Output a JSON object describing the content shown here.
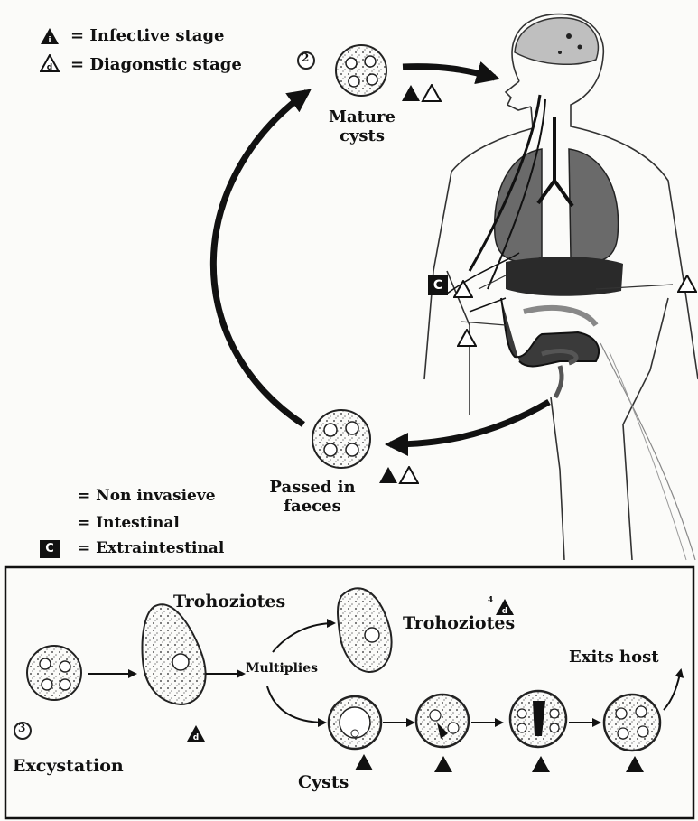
{
  "legend_top": {
    "infective": "= Infective stage",
    "diagnostic": "= Diagonstic stage"
  },
  "legend_bottom": {
    "non_invasive": "= Non invasieve",
    "intestinal": "= Intestinal",
    "extraintestinal": "= Extraintestinal",
    "extraintestinal_letter": "C"
  },
  "cycle": {
    "mature_cysts": [
      "Mature",
      "cysts"
    ],
    "passed_in_faeces": [
      "Passed in",
      "faeces"
    ]
  },
  "step_numbers": {
    "mature": "2",
    "excystation": "3",
    "trophozoite_mark": "4"
  },
  "inset": {
    "trophozoites_1": "Trohoziotes",
    "trophozoites_2": "Trohoziotes",
    "multiplies": "Multiplies",
    "exits_host": "Exits host",
    "excystation": "Excystation",
    "cysts": "Cysts"
  },
  "colors": {
    "ink": "#111111",
    "body_outline": "#333333",
    "lung_fill": "#6a6a6a",
    "intestine_fill": "#2a2a2a",
    "paper": "#fbfbf9"
  }
}
